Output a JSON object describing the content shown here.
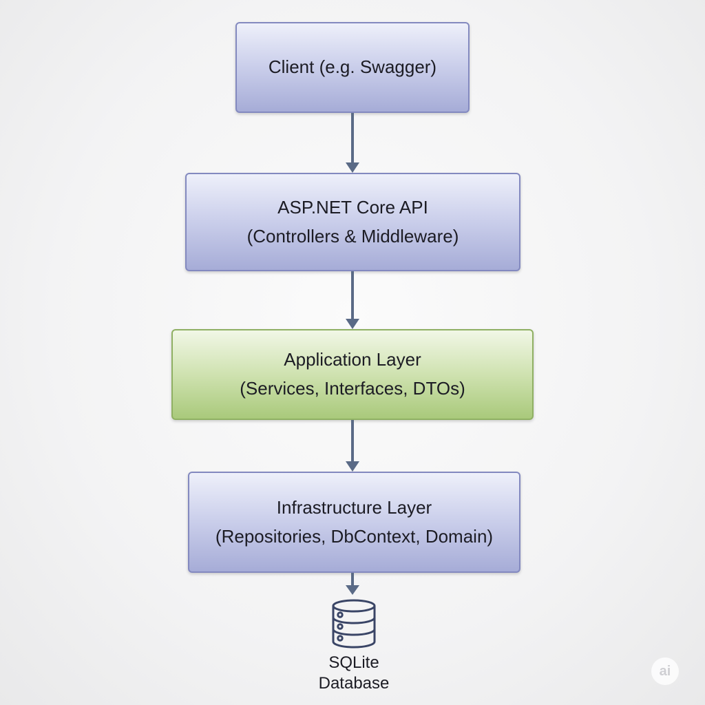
{
  "diagram": {
    "boxes": [
      {
        "id": "client",
        "lines": [
          "Client (e.g. Swagger)"
        ]
      },
      {
        "id": "api",
        "lines": [
          "ASP.NET Core API",
          "(Controllers & Middleware)"
        ]
      },
      {
        "id": "application",
        "lines": [
          "Application Layer",
          "(Services, Interfaces, DTOs)"
        ]
      },
      {
        "id": "infrastructure",
        "lines": [
          "Infrastructure Layer",
          "(Repositories, DbContext, Domain)"
        ]
      }
    ],
    "database": {
      "icon": "database-icon",
      "label_line1": "SQLite",
      "label_line2": "Database"
    },
    "colors": {
      "layer_blue": "#a6acd7",
      "layer_green": "#a9c97b",
      "arrow": "#5a6a86"
    }
  },
  "watermark": {
    "text": "ai"
  }
}
